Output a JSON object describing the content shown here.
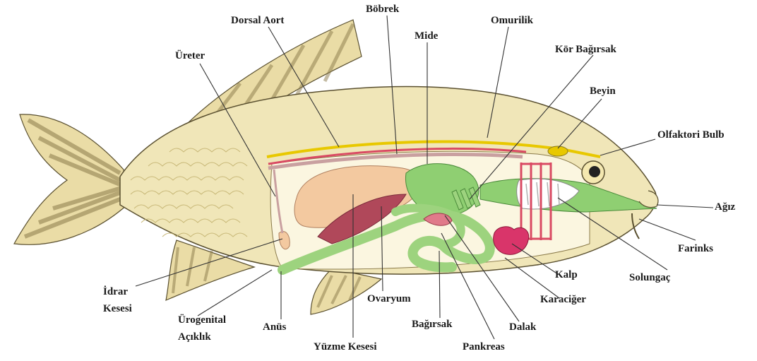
{
  "diagram": {
    "labels": {
      "dorsal_aort": "Dorsal Aort",
      "bobrek": "Böbrek",
      "mide": "Mide",
      "omurilik": "Omurilik",
      "kor_bagirsak": "Kör Bağırsak",
      "ureter": "Üreter",
      "beyin": "Beyin",
      "olfaktori_bulb": "Olfaktori Bulb",
      "agiz": "Ağız",
      "farinks": "Farinks",
      "kalp": "Kalp",
      "solungac": "Solungaç",
      "idrar_kesesi_1": "İdrar",
      "idrar_kesesi_2": "Kesesi",
      "karaciger": "Karaciğer",
      "ovaryum": "Ovaryum",
      "urogenital_1": "Ürogenital",
      "urogenital_2": "Açıklık",
      "anus": "Anüs",
      "bagirsak": "Bağırsak",
      "dalak": "Dalak",
      "yuzme_kesesi": "Yüzme Kesesi",
      "pankreas": "Pankreas"
    },
    "colors": {
      "body": "#f0e6b8",
      "fin": "#eadca6",
      "fin_stripe": "#8a7a4a",
      "scale": "#c8b878",
      "swim_bladder": "#f3c9a0",
      "ovary": "#b0485a",
      "stomach": "#8fcf72",
      "intestine": "#9dd37e",
      "heart": "#d9356a",
      "gill": "#ffffff",
      "vessel": "#d94a63",
      "spinal_cord": "#e8c800",
      "kidney": "#c9a0a0",
      "outline": "#5a5030"
    }
  }
}
